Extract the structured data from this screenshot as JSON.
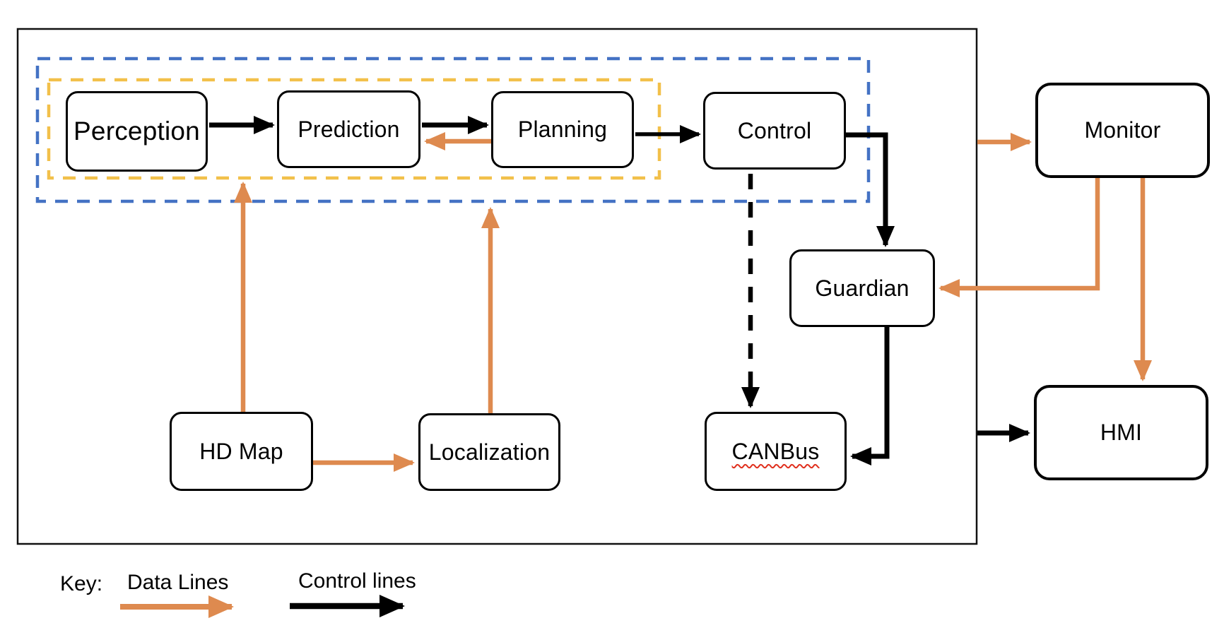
{
  "nodes": {
    "perception": {
      "label": "Perception"
    },
    "prediction": {
      "label": "Prediction"
    },
    "planning": {
      "label": "Planning"
    },
    "control": {
      "label": "Control"
    },
    "monitor": {
      "label": "Monitor"
    },
    "guardian": {
      "label": "Guardian"
    },
    "hd_map": {
      "label": "HD Map"
    },
    "localization": {
      "label": "Localization"
    },
    "canbus": {
      "label": "CANBus",
      "spellcheck_squiggle": true
    },
    "hmi": {
      "label": "HMI"
    }
  },
  "key": {
    "title": "Key:",
    "data_label": "Data Lines",
    "control_label": "Control lines"
  },
  "colors": {
    "data_line": "#DE8A4F",
    "control_line": "#000000",
    "group_dashed_blue": "#4472C4",
    "group_dashed_yellow": "#F2C04A",
    "spellcheck_underline": "#E0301E"
  },
  "edges": [
    {
      "from": "Perception",
      "to": "Prediction",
      "type": "control"
    },
    {
      "from": "Prediction",
      "to": "Planning",
      "type": "control"
    },
    {
      "from": "Planning",
      "to": "Control",
      "type": "control"
    },
    {
      "from": "Planning",
      "to": "Prediction",
      "type": "data"
    },
    {
      "from": "Control",
      "to": "Guardian",
      "type": "control"
    },
    {
      "from": "Control",
      "to": "CANBus",
      "type": "control-dashed"
    },
    {
      "from": "Guardian",
      "to": "CANBus",
      "type": "control"
    },
    {
      "from": "HD Map",
      "to": "yellow-dashed-group",
      "type": "data"
    },
    {
      "from": "HD Map",
      "to": "Localization",
      "type": "data"
    },
    {
      "from": "Localization",
      "to": "blue-dashed-group",
      "type": "data"
    },
    {
      "from": "system-boundary",
      "to": "Monitor",
      "type": "data"
    },
    {
      "from": "Monitor",
      "to": "Guardian",
      "type": "data"
    },
    {
      "from": "Monitor",
      "to": "HMI",
      "type": "data"
    },
    {
      "from": "system-boundary",
      "to": "HMI",
      "type": "control"
    }
  ]
}
